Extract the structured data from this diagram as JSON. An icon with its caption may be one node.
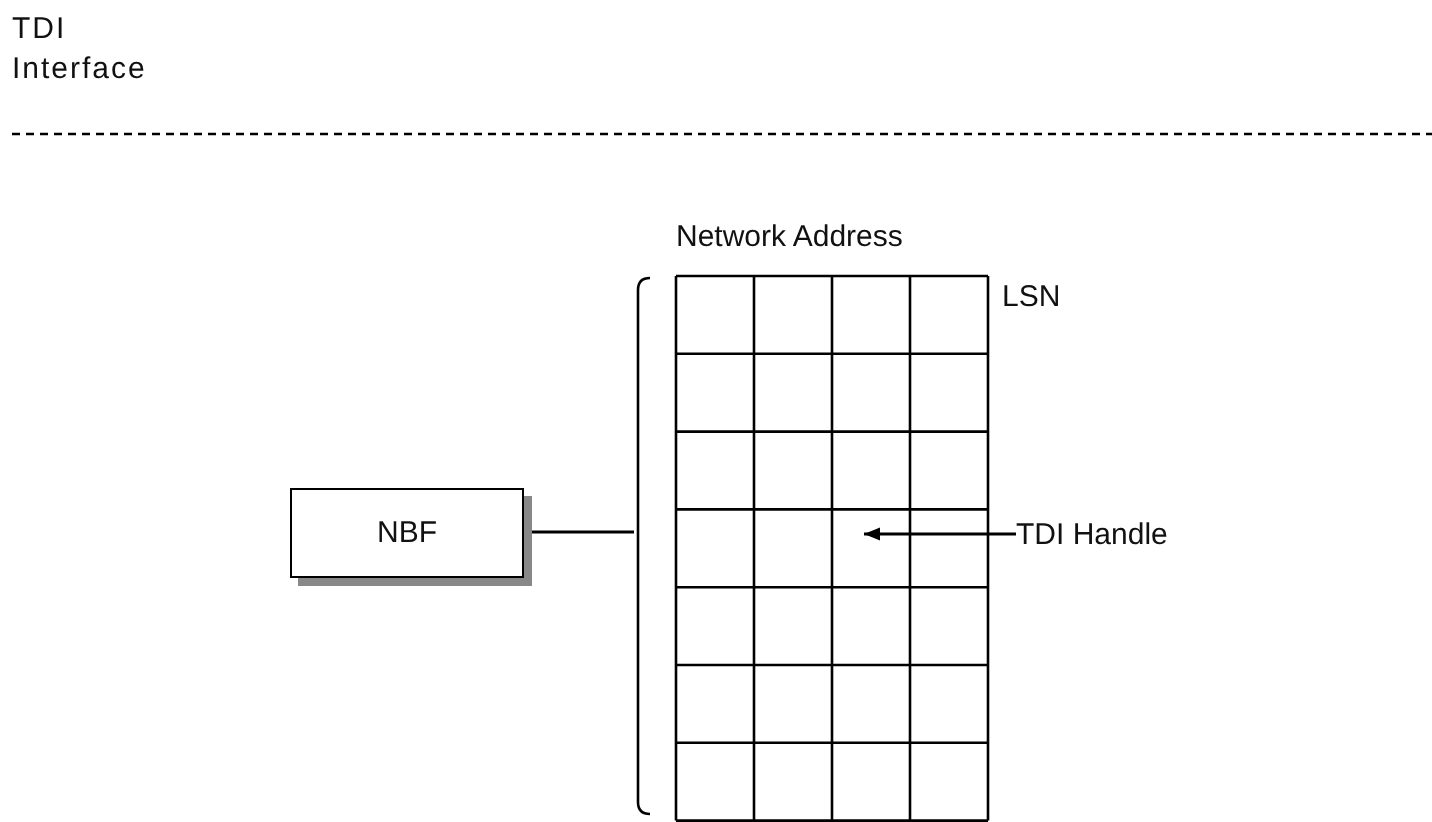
{
  "diagram": {
    "nodes": [
      {
        "text": [
          "NBF"
        ]
      },
      {
        "text": [
          "Network Address"
        ],
        "beside": [
          "LSN"
        ]
      },
      {
        "text": [
          "TDI Handle"
        ]
      }
    ],
    "edges": [
      {
        "from": 0,
        "to": 1,
        "arrow": "none"
      },
      {
        "from": 2,
        "to": 1,
        "arrow": "to"
      }
    ],
    "labels": [
      "TDI Interface"
    ]
  }
}
